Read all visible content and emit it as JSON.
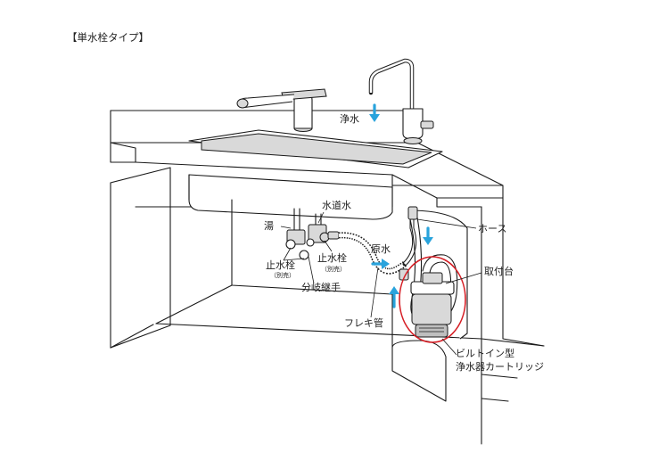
{
  "title": "【単水栓タイプ】",
  "labels": {
    "purified_water": "浄水",
    "tap_water": "水道水",
    "hot_water": "湯",
    "hose": "ホース",
    "raw_water": "原水",
    "shutoff_valve_1": "止水栓",
    "shutoff_valve_1_note": "（別売）",
    "shutoff_valve_2": "止水栓",
    "shutoff_valve_2_note": "（別売）",
    "branch_joint": "分岐継手",
    "flex_pipe": "フレキ管",
    "mount_base": "取付台",
    "builtin_type": "ビルトイン型",
    "cartridge": "浄水器カートリッジ"
  },
  "colors": {
    "flow_arrow": "#29a3dc",
    "highlight_circle": "#d61f26",
    "line": "#1a1a1a",
    "shade": "#d9d9d9"
  }
}
